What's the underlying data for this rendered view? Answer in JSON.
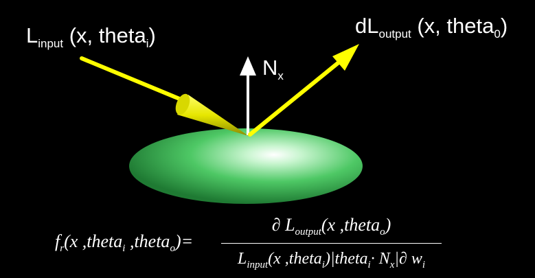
{
  "labels": {
    "l_input": {
      "base": "L",
      "sub": "input",
      "args_pre": " (x, theta",
      "args_sub": "i",
      "args_post": ")"
    },
    "dl_output": {
      "base": "dL",
      "sub": "output",
      "args_pre": " (x, theta",
      "args_sub": "0",
      "args_post": ")"
    },
    "normal": {
      "base": "N",
      "sub": "x"
    }
  },
  "formula": {
    "lhs_f": "f",
    "lhs_f_sub": "r",
    "lhs_args_pre": "(x ,theta",
    "lhs_args_sub1": "i",
    "lhs_args_mid": " ,theta",
    "lhs_args_sub2": "o",
    "lhs_args_post": ")=",
    "num_pre": "∂ L",
    "num_sub": "output",
    "num_mid": "(x ,theta",
    "num_sub2": "o",
    "num_post": ")",
    "den_pre": "L",
    "den_sub": "input",
    "den_mid": "(x ,theta",
    "den_sub2": "i",
    "den_mid2": ")|theta",
    "den_sub3": "i",
    "den_mid3": "· N",
    "den_sub4": "x",
    "den_mid4": "|∂ w",
    "den_sub5": "i"
  },
  "colors": {
    "background": "#000000",
    "ray": "#ffff00",
    "normal": "#ffffff",
    "surface": "#3fbf5a"
  }
}
